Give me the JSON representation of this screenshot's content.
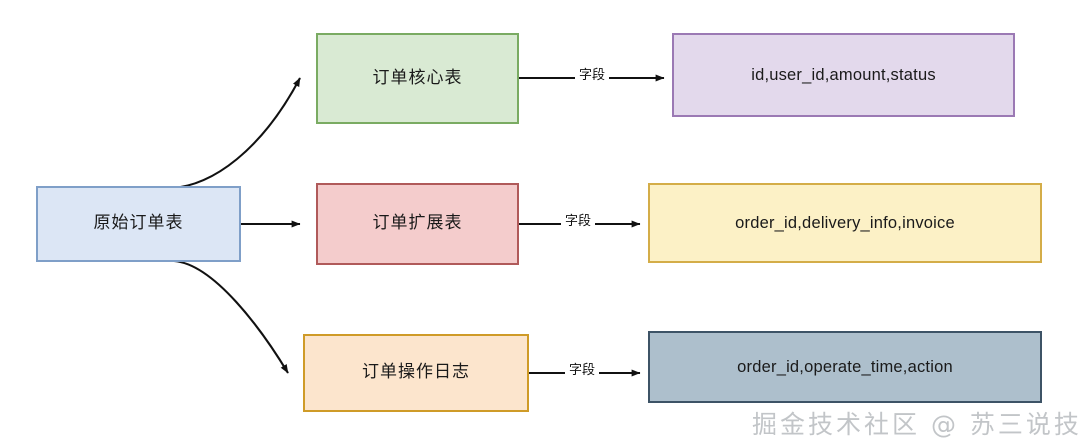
{
  "diagram": {
    "type": "flow-diagram",
    "background": "#ffffff",
    "watermark": "掘金技术社区 @ 苏三说技术",
    "source": {
      "label": "原始订单表",
      "fill": "#dce6f5",
      "stroke": "#7f9fc8"
    },
    "tables": [
      {
        "name": "订单核心表",
        "fill": "#d9ead3",
        "stroke": "#7aab62",
        "edge_label": "字段",
        "fields": "id,user_id,amount,status",
        "fields_fill": "#e3d9ec",
        "fields_stroke": "#9b79b4"
      },
      {
        "name": "订单扩展表",
        "fill": "#f4cccc",
        "stroke": "#b05a5a",
        "edge_label": "字段",
        "fields": "order_id,delivery_info,invoice",
        "fields_fill": "#fcf1c6",
        "fields_stroke": "#d4ad48"
      },
      {
        "name": "订单操作日志",
        "fill": "#fce5cd",
        "stroke": "#cf9b28",
        "edge_label": "字段",
        "fields": "order_id,operate_time,action",
        "fields_fill": "#adbfcc",
        "fields_stroke": "#3d5366"
      }
    ]
  }
}
